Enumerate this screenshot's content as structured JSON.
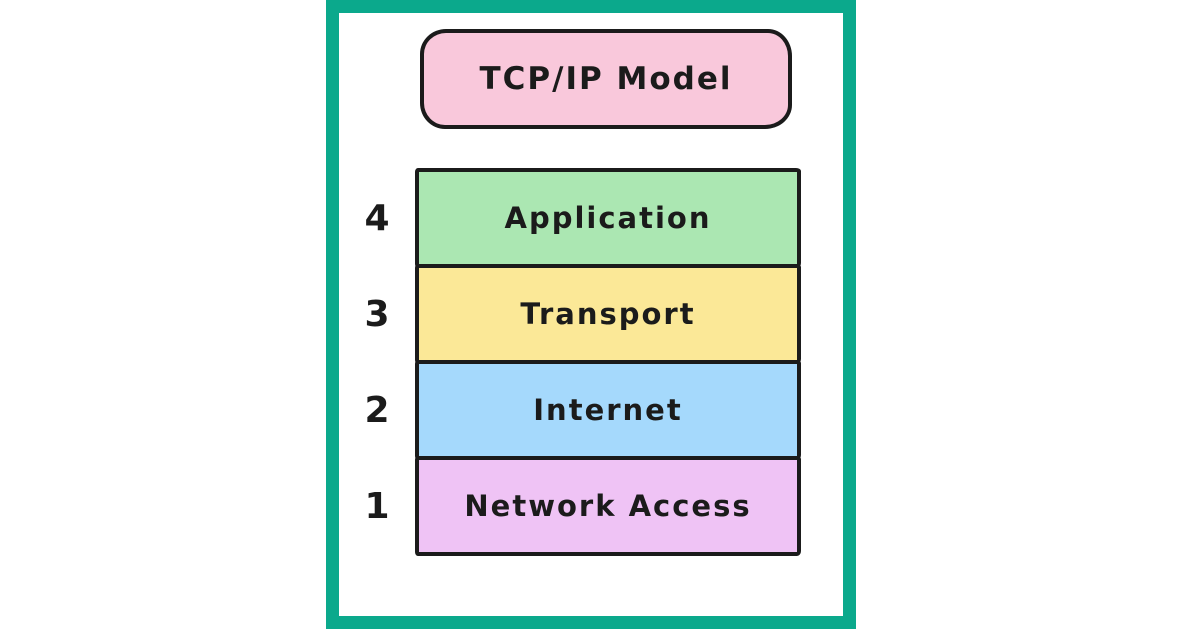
{
  "diagram": {
    "title": "TCP/IP Model",
    "colors": {
      "frame": "#0ba98c",
      "stroke": "#1b1b1b",
      "title_bg": "#f9c8db",
      "canvas_bg": "#ffffff"
    },
    "layers": [
      {
        "number": "4",
        "label": "Application",
        "color": "#abe7b2"
      },
      {
        "number": "3",
        "label": "Transport",
        "color": "#fbe897"
      },
      {
        "number": "2",
        "label": "Internet",
        "color": "#a5d9fc"
      },
      {
        "number": "1",
        "label": "Network Access",
        "color": "#efc3f5"
      }
    ]
  }
}
